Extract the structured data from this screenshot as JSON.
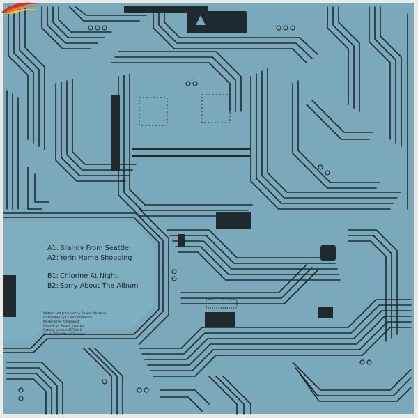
{
  "colors": {
    "board": "#79a9ba",
    "trace": "#1f2a2e",
    "border": "#e9e9e6",
    "logo_orange": "#e87a1e",
    "logo_red": "#d3352a",
    "logo_yellow": "#f2c335"
  },
  "icons": {
    "logo": "flame-swoosh-logo",
    "label_mark": "triangle-mark-icon"
  },
  "tracklist": {
    "side_a": [
      {
        "position": "A1:",
        "title": "Brandy From Seattle"
      },
      {
        "position": "A2:",
        "title": "Yorin Home Shopping"
      }
    ],
    "side_b": [
      {
        "position": "B1:",
        "title": "Chlorine At Night"
      },
      {
        "position": "B2:",
        "title": "Sorry About The Album"
      }
    ]
  },
  "credits": [
    "Written and produced by Basere Westover.",
    "Distributed by Clone Distribution.",
    "Mastered by Artebrgout.",
    "Pressed by Record Industry.",
    "Catalog number AC7001C",
    "©&℗ 2023 Altered Circuits"
  ]
}
